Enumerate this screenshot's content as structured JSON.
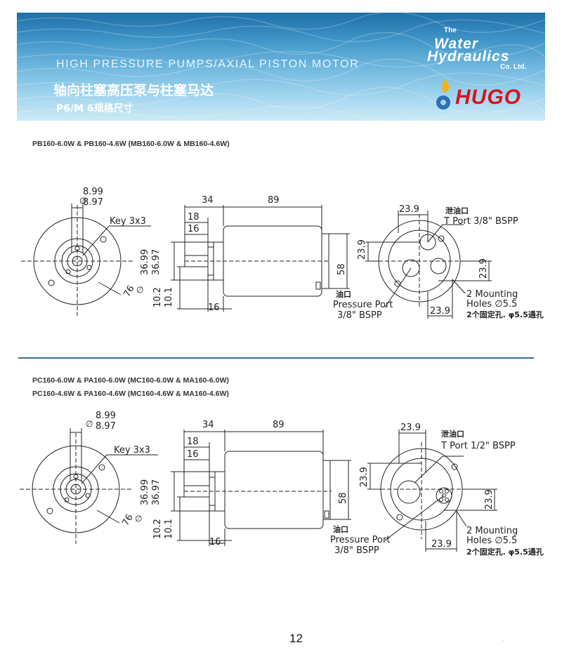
{
  "banner": {
    "title": "HIGH PRESSURE PUMPS/AXIAL PISTON MOTOR",
    "title_cn": "轴向柱塞高压泵与柱塞马达",
    "subtitle": "P6/M 6规格尺寸",
    "company_line1": "The",
    "company_line2": "Water",
    "company_line3": "Hydraulics",
    "company_line4": "Co. Ltd.",
    "brand": "HUGO",
    "brand_color": "#d7141c"
  },
  "sections": [
    {
      "models": [
        "PB160-6.0W  &  PB160-4.6W (MB160-6.0W  & MB160-4.6W)"
      ],
      "dims": {
        "shaft_dia_max": "8.99",
        "shaft_dia_min": "8.97",
        "key": "Key 3x3",
        "pilot_max": "36.99",
        "pilot_min": "36.97",
        "flange_dia": "76",
        "key_height_max": "10.2",
        "key_height_min": "10.1",
        "len_flange": "34",
        "len_body": "89",
        "shaft_len": "18",
        "key_len": "16",
        "flange_thk": "16",
        "body_dia": "58",
        "port_offset": "23.9",
        "port_offset_v": "23.9",
        "port_offset_r": "23.9",
        "port_offset_b": "23.9"
      },
      "labels": {
        "drain_cn": "泄油口",
        "drain": "T Port 3/8\" BSPP",
        "pressure_cn": "油口",
        "pressure": "Pressure Port",
        "pressure_size": "3/8\" BSPP",
        "mounting": "2 Mounting",
        "holes": "Holes ∅5.5",
        "holes_cn": "2个固定孔. φ5.5通孔"
      }
    },
    {
      "models": [
        "PC160-6.0W & PA160-6.0W (MC160-6.0W & MA160-6.0W)",
        "PC160-4.6W & PA160-4.6W (MC160-4.6W & MA160-4.6W)"
      ],
      "dims": {
        "shaft_dia_max": "8.99",
        "shaft_dia_min": "8.97",
        "key": "Key 3x3",
        "pilot_max": "36.99",
        "pilot_min": "36.97",
        "flange_dia": "76",
        "key_height_max": "10.2",
        "key_height_min": "10.1",
        "len_flange": "34",
        "len_body": "89",
        "shaft_len": "18",
        "key_len": "16",
        "flange_thk": "16",
        "body_dia": "58",
        "port_offset": "23.9",
        "port_offset_v": "23.9",
        "port_offset_r": "23.9",
        "port_offset_b": "23.9"
      },
      "labels": {
        "drain_cn": "泄油口",
        "drain": "T Port 1/2\" BSPP",
        "pressure_cn": "油口",
        "pressure": "Pressure Port",
        "pressure_size": "3/8\" BSPP",
        "mounting": "2 Mounting",
        "holes": "Holes ∅5.5",
        "holes_cn": "2个固定孔. φ5.5通孔"
      }
    }
  ],
  "page_number": "12"
}
